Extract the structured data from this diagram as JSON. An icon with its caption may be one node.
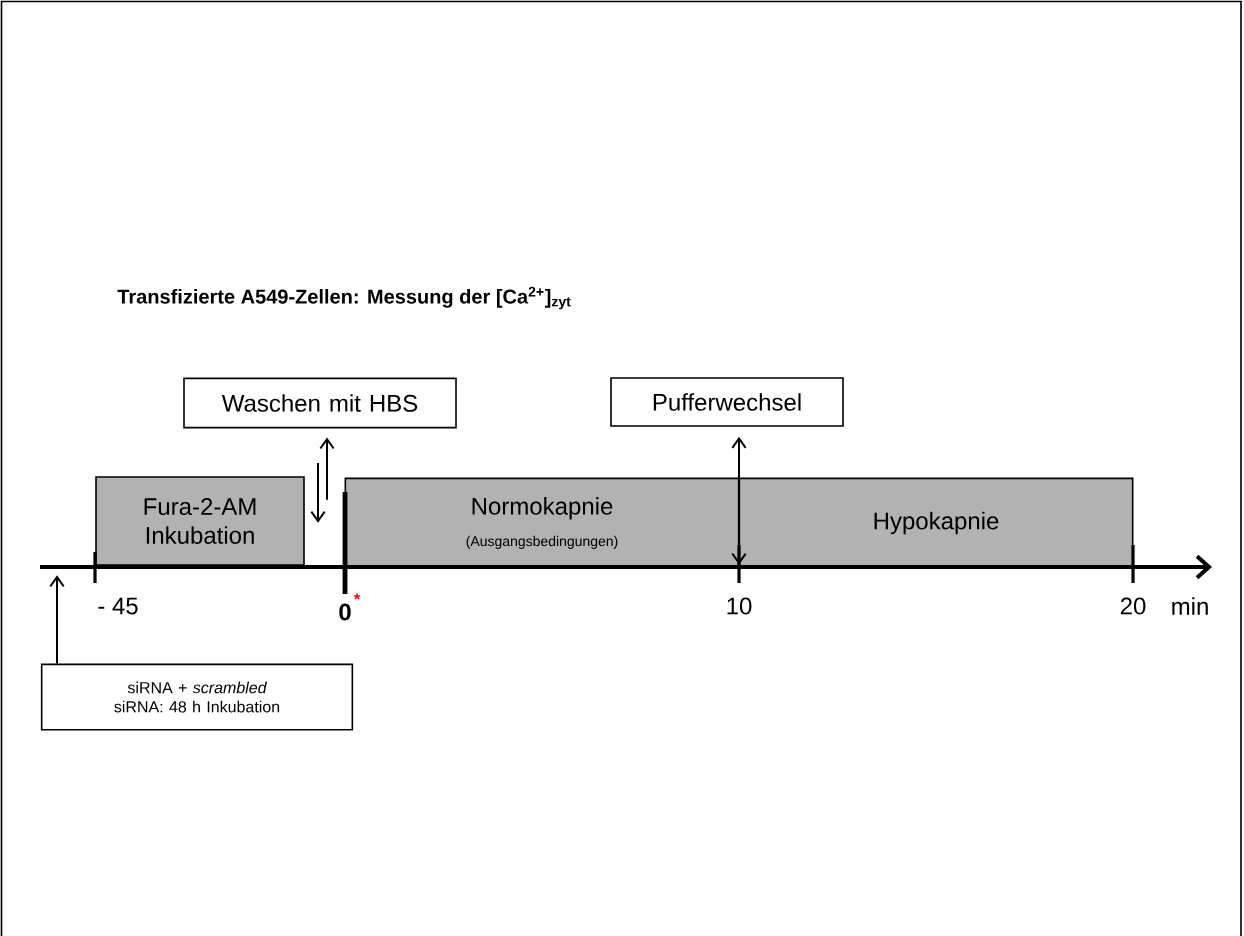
{
  "diagram": {
    "title": "Transfizierte A549-Zellen: Messung der [Ca$^{2+}$]$_{zyt}$",
    "nodes": [
      {
        "text": [
          "Waschen mit HBS"
        ]
      },
      {
        "text": [
          "Pufferwechsel"
        ]
      },
      {
        "text": [
          "Fura-2-AM Inkubation"
        ]
      },
      {
        "text": [
          "Normokapnie",
          "(Ausgangsbedingungen)"
        ]
      },
      {
        "text": [
          "Hypokapnie"
        ]
      },
      {
        "text": [
          "siRNA + *scrambled* siRNA: 48 h Inkubation"
        ]
      },
      {
        "text": [],
        "shape": "arrow"
      }
    ],
    "edges": [
      {
        "from": 6,
        "to": 0,
        "arrow": "to"
      },
      {
        "from": null,
        "to": 6,
        "arrow": "to"
      },
      {
        "from": 1,
        "to": 6,
        "arrow": "both"
      },
      {
        "from": 5,
        "to": 6,
        "arrow": "to"
      }
    ],
    "labels": [
      "- 45",
      "0",
      "*",
      "10",
      "20",
      "min"
    ]
  }
}
